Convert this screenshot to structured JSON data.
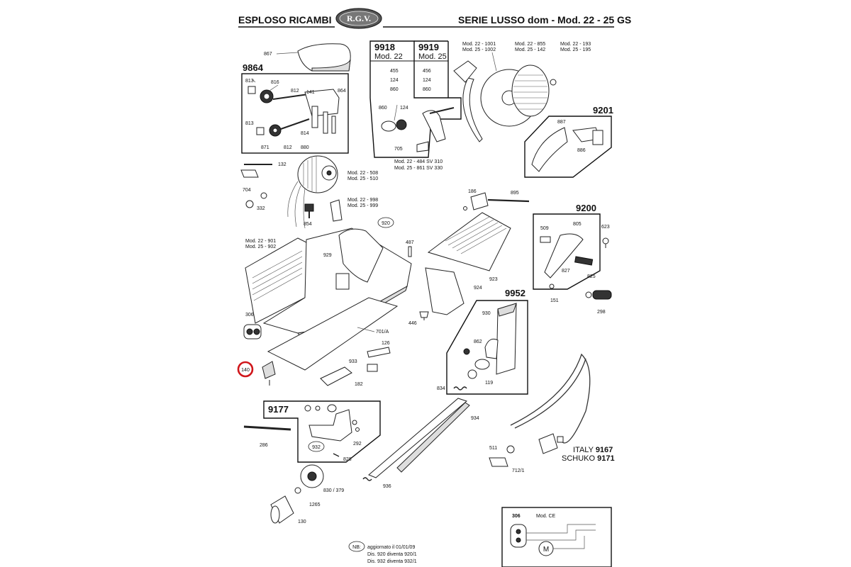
{
  "header": {
    "left_title": "ESPLOSO RICAMBI",
    "logo_text": "R.G.V.",
    "right_title": "SERIE LUSSO dom - Mod. 22 - 25 GS"
  },
  "groups": {
    "g9864": "9864",
    "g9918": "9918",
    "g9918_sub": "Mod. 22",
    "g9919": "9919",
    "g9919_sub": "Mod. 25",
    "g9201": "9201",
    "g9200": "9200",
    "g9952": "9952",
    "g9177": "9177"
  },
  "labels": {
    "p867": "867",
    "p813a": "813",
    "p816": "816",
    "p812a": "812",
    "p141": "141",
    "p864": "864",
    "p813b": "813",
    "p871": "871",
    "p812b": "812",
    "p814": "814",
    "p880": "880",
    "p455": "455",
    "p456": "456",
    "p124a": "124",
    "p124b": "124",
    "p860a": "860",
    "p860b": "860",
    "p860c": "860",
    "p124c": "124",
    "p705": "705",
    "m1001": "Mod. 22 - 1001",
    "m1002": "Mod. 25 - 1002",
    "m855": "Mod. 22 - 855",
    "m142": "Mod. 25 - 142",
    "m193": "Mod. 22 - 193",
    "m195": "Mod. 25 - 195",
    "m484": "Mod. 22 - 484  SV 310",
    "m861": "Mod. 25 - 861  SV 330",
    "p887": "887",
    "p886": "886",
    "p132": "132",
    "p704": "704",
    "p332": "332",
    "m508": "Mod. 22 - 508",
    "m510": "Mod. 25 - 510",
    "m998": "Mod. 22 - 998",
    "m999": "Mod. 25 - 999",
    "p854": "854",
    "p186": "186",
    "p895": "895",
    "p920": "920",
    "p487": "487",
    "m901": "Mod. 22 - 901",
    "m902": "Mod. 25 - 902",
    "p929": "929",
    "p923": "923",
    "p924": "924",
    "p509": "509",
    "p805": "805",
    "p623": "623",
    "p827": "827",
    "p825": "825",
    "p151": "151",
    "p298": "298",
    "p306": "306",
    "p446": "446",
    "p930": "930",
    "p862": "862",
    "p119": "119",
    "p701A": "701/A",
    "p126": "126",
    "p933": "933",
    "p182": "182",
    "p140": "140",
    "p834": "834",
    "p286": "286",
    "p932": "932",
    "p292": "292",
    "p828": "828",
    "p934": "934",
    "p830": "830 / 379",
    "p1265": "1265",
    "p130": "130",
    "p936": "936",
    "p511": "511",
    "p712": "712/1",
    "italy": "ITALY",
    "italy_code": "9167",
    "schuko": "SCHUKO",
    "schuko_code": "9171",
    "p306b": "306",
    "modce": "Mod. CE"
  },
  "note": {
    "badge": "NB:",
    "line1": "aggiornato il 01/01/09",
    "line2": "Dis. 920 diventa 920/1",
    "line3": "Dis. 932 diventa 932/1"
  },
  "colors": {
    "highlight": "#d0161b",
    "ink": "#111111"
  }
}
